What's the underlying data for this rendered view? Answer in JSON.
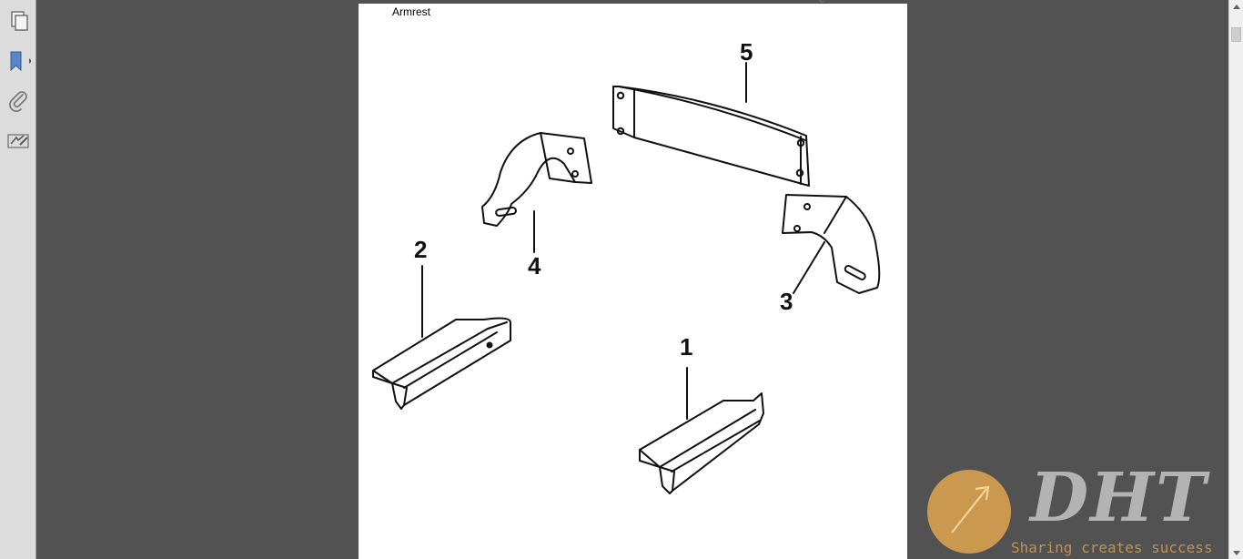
{
  "sidebar": {
    "items": [
      {
        "icon": "pages-icon"
      },
      {
        "icon": "bookmarks-icon"
      },
      {
        "icon": "attachments-icon"
      },
      {
        "icon": "signatures-icon"
      }
    ]
  },
  "document": {
    "page_label": "Armrest",
    "callouts": [
      "1",
      "2",
      "3",
      "4",
      "5"
    ]
  },
  "watermark": {
    "logo_text": "DHT",
    "tagline": "Sharing creates success",
    "logo_color": "#e0a450"
  },
  "colors": {
    "viewer_background": "#525252",
    "page_background": "#ffffff",
    "sidebar_background": "#dcdcdc"
  }
}
